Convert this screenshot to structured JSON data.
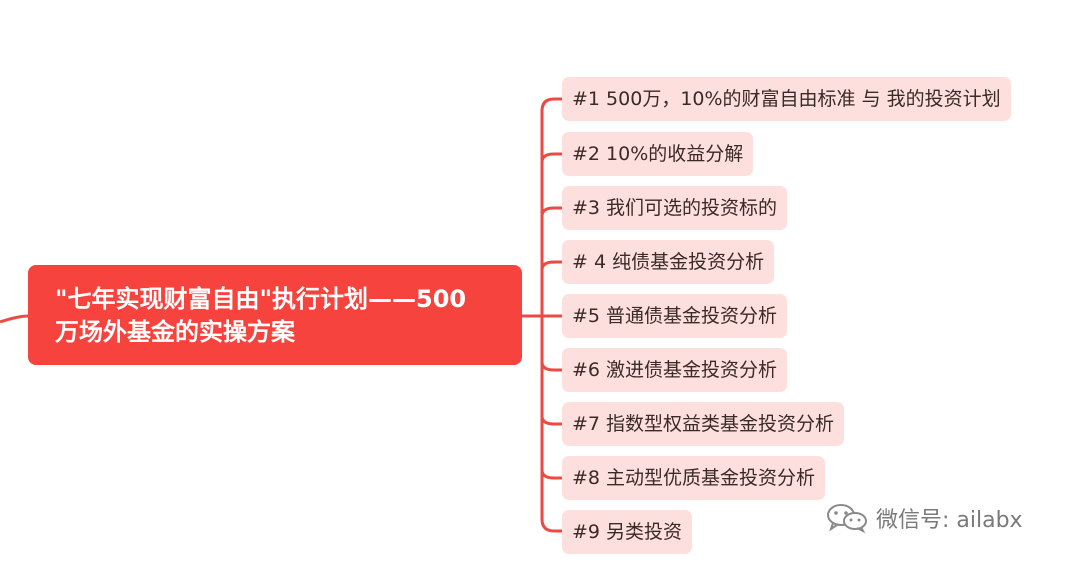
{
  "root": {
    "line1": "\"七年实现财富自由\"执行计划——500",
    "line2": "万场外基金的实操方案"
  },
  "branches": [
    "#1 500万，10%的财富自由标准 与 我的投资计划",
    "#2 10%的收益分解",
    "#3 我们可选的投资标的",
    "# 4 纯债基金投资分析",
    "#5 普通债基金投资分析",
    "#6 激进债基金投资分析",
    "#7 指数型权益类基金投资分析",
    "#8 主动型优质基金投资分析",
    "#9 另类投资"
  ],
  "watermark": {
    "text": "微信号: ailabx",
    "icon": "wechat-icon"
  },
  "colors": {
    "root_bg": "#f6433e",
    "node_bg": "#fde0de",
    "line": "#ee4a44"
  }
}
